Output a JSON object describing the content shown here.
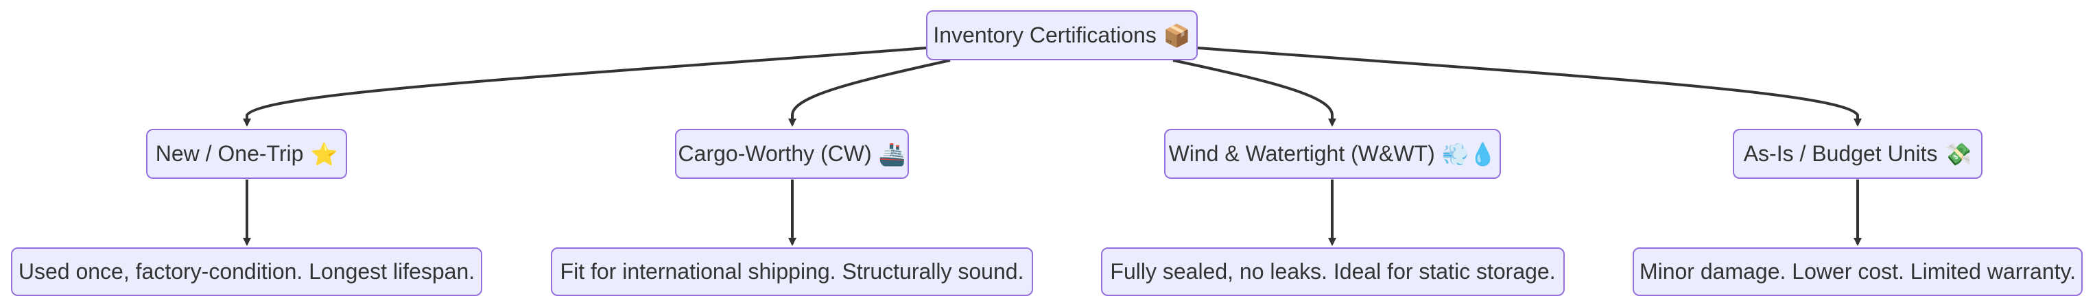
{
  "diagram": {
    "root": {
      "label": "Inventory Certifications",
      "emoji": "📦",
      "emoji_name": "package-icon"
    },
    "categories": [
      {
        "label": "New / One-Trip",
        "emoji": "⭐",
        "emoji_name": "star-icon",
        "description": "Used once, factory-condition. Longest lifespan."
      },
      {
        "label": "Cargo-Worthy (CW)",
        "emoji": "🚢",
        "emoji_name": "ship-icon",
        "description": "Fit for international shipping. Structurally sound."
      },
      {
        "label": "Wind & Watertight (W&WT)",
        "emoji": "💨💧",
        "emoji_name": "wind-water-icon",
        "description": "Fully sealed, no leaks. Ideal for static storage."
      },
      {
        "label": "As-Is / Budget Units",
        "emoji": "💸",
        "emoji_name": "money-icon",
        "description": "Minor damage. Lower cost. Limited warranty."
      }
    ],
    "colors": {
      "node_fill": "#ececff",
      "node_border": "#9370db",
      "edge": "#333333",
      "text": "#333333"
    }
  }
}
